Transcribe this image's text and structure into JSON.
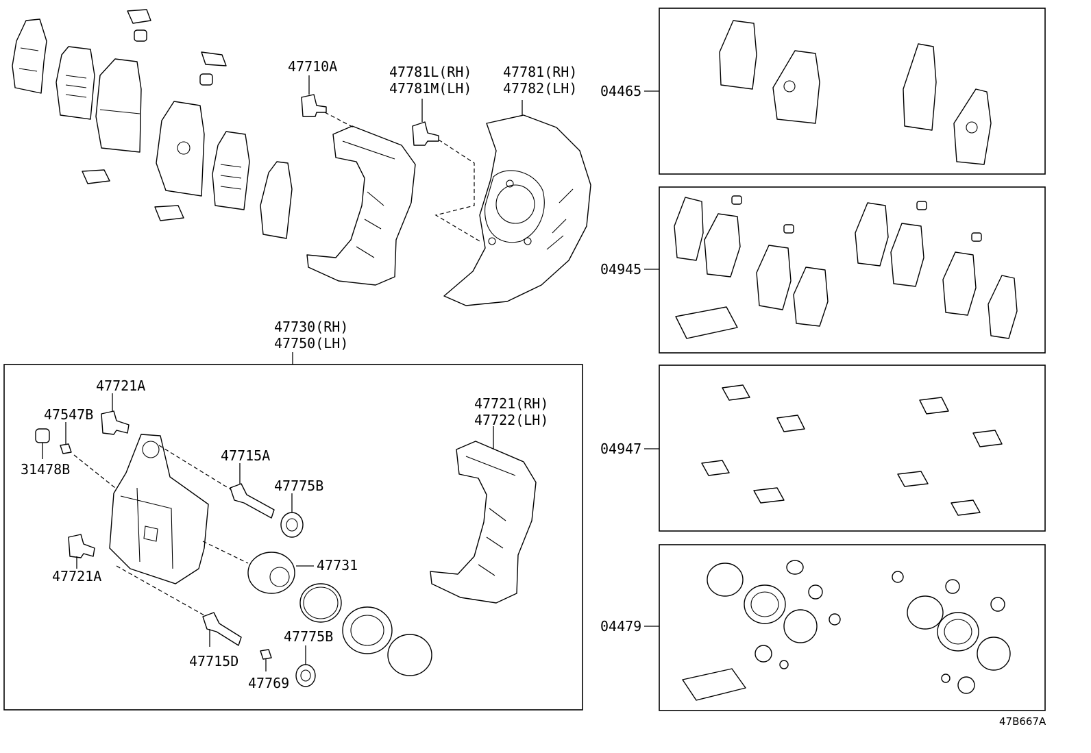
{
  "diagram": {
    "reference_code": "47B667A",
    "upper_labels": {
      "bolt_a": "47710A",
      "bolt_b_1": "47781L(RH)",
      "bolt_b_2": "47781M(LH)",
      "shield_1": "47781(RH)",
      "shield_2": "47782(LH)"
    },
    "caliper_assembly": {
      "label_1": "47730(RH)",
      "label_2": "47750(LH)",
      "parts": {
        "p47721A_top": "47721A",
        "p47547B": "47547B",
        "p31478B": "31478B",
        "p47715A": "47715A",
        "p47775B_top": "47775B",
        "p47721A_bottom": "47721A",
        "p47731": "47731",
        "p47715D": "47715D",
        "p47775B_bottom": "47775B",
        "p47769": "47769",
        "mount_1": "47721(RH)",
        "mount_2": "47722(LH)"
      }
    },
    "kits": [
      {
        "code": "04465"
      },
      {
        "code": "04945"
      },
      {
        "code": "04947"
      },
      {
        "code": "04479"
      }
    ]
  }
}
